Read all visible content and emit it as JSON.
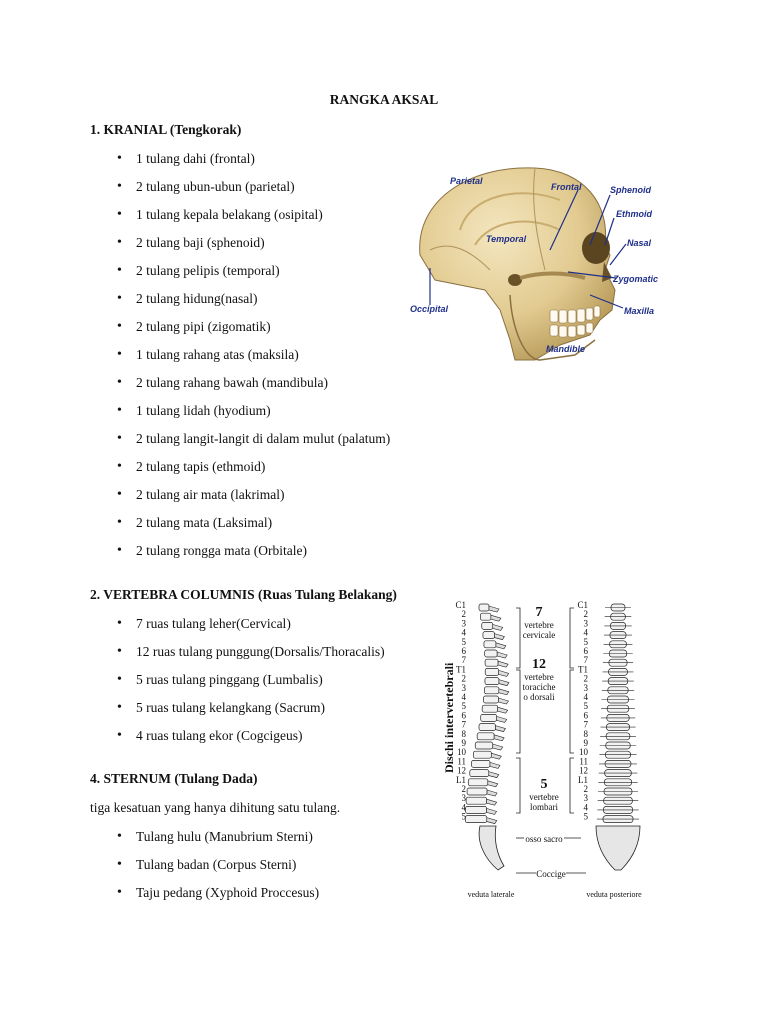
{
  "title": "RANGKA AKSAL",
  "section1": {
    "heading": "1. KRANIAL (Tengkorak)",
    "items": [
      "1 tulang dahi (frontal)",
      "2 tulang ubun-ubun (parietal)",
      "1 tulang kepala belakang (osipital)",
      "2 tulang baji (sphenoid)",
      "2 tulang pelipis (temporal)",
      "2 tulang hidung(nasal)",
      "2 tulang pipi (zigomatik)",
      "1 tulang rahang atas (maksila)",
      "2 tulang rahang bawah (mandibula)",
      "1 tulang lidah (hyodium)",
      "2 tulang langit-langit di dalam mulut (palatum)",
      "2 tulang tapis (ethmoid)",
      "2 tulang air mata (lakrimal)",
      "2 tulang mata (Laksimal)",
      "2 tulang rongga mata (Orbitale)"
    ]
  },
  "section2": {
    "heading": "2. VERTEBRA COLUMNIS (Ruas Tulang Belakang)",
    "items": [
      "7 ruas tulang leher(Cervical)",
      "12 ruas tulang punggung(Dorsalis/Thoracalis)",
      "5 ruas tulang pinggang (Lumbalis)",
      "5 ruas tulang kelangkang (Sacrum)",
      "4 ruas tulang ekor (Cogcigeus)"
    ]
  },
  "section4": {
    "heading": "4. STERNUM (Tulang Dada)",
    "intro": "tiga kesatuan yang hanya dihitung satu tulang.",
    "items": [
      "Tulang hulu (Manubrium Sterni)",
      "Tulang badan (Corpus Sterni)",
      "Taju pedang (Xyphoid Proccesus)"
    ]
  },
  "skull_figure": {
    "labels": {
      "parietal": "Parietal",
      "frontal": "Frontal",
      "sphenoid": "Sphenoid",
      "ethmoid": "Ethmoid",
      "temporal": "Temporal",
      "nasal": "Nasal",
      "zygomatic": "Zygomatic",
      "occipital": "Occipital",
      "maxilla": "Maxilla",
      "mandible": "Mandible"
    }
  },
  "spine_figure": {
    "side_title": "Dischi intervertebrali",
    "cervical_count": "7",
    "cervical_label_1": "vertebre",
    "cervical_label_2": "cervicale",
    "thoracic_count": "12",
    "thoracic_label_1": "vertebre",
    "thoracic_label_2": "toraciche",
    "thoracic_label_3": "o dorsali",
    "lumbar_count": "5",
    "lumbar_label_1": "vertebre",
    "lumbar_label_2": "lombari",
    "sacrum_label": "osso sacro",
    "coccyx_label": "Coccige",
    "lateral_caption": "veduta laterale",
    "posterior_caption": "veduta posteriore",
    "left_numbers": [
      "C1",
      "2",
      "3",
      "4",
      "5",
      "6",
      "7",
      "T1",
      "2",
      "3",
      "4",
      "5",
      "6",
      "7",
      "8",
      "9",
      "10",
      "11",
      "12",
      "L1",
      "2",
      "3",
      "4",
      "5"
    ],
    "right_numbers": [
      "C1",
      "2",
      "3",
      "4",
      "5",
      "6",
      "7",
      "T1",
      "2",
      "3",
      "4",
      "5",
      "6",
      "7",
      "8",
      "9",
      "10",
      "11",
      "12",
      "L1",
      "2",
      "3",
      "4",
      "5"
    ]
  }
}
